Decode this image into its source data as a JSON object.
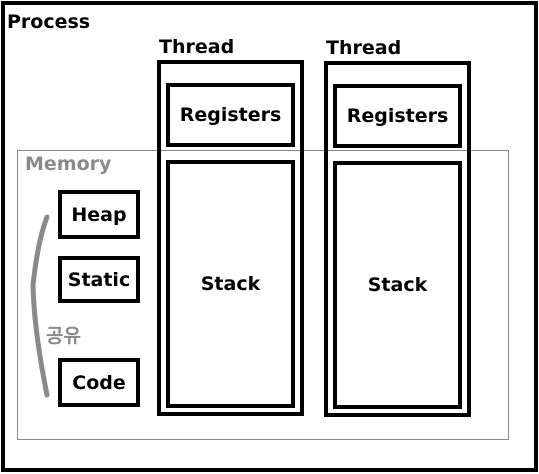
{
  "process": {
    "label": "Process"
  },
  "threads": [
    {
      "label": "Thread",
      "registers": "Registers",
      "stack": "Stack"
    },
    {
      "label": "Thread",
      "registers": "Registers",
      "stack": "Stack"
    }
  ],
  "memory": {
    "label": "Memory",
    "shared_label": "공유",
    "segments": [
      "Heap",
      "Static",
      "Code"
    ]
  },
  "colors": {
    "border": "#000000",
    "memory_border": "#8a8a8a",
    "memory_text": "#8a8a8a"
  }
}
